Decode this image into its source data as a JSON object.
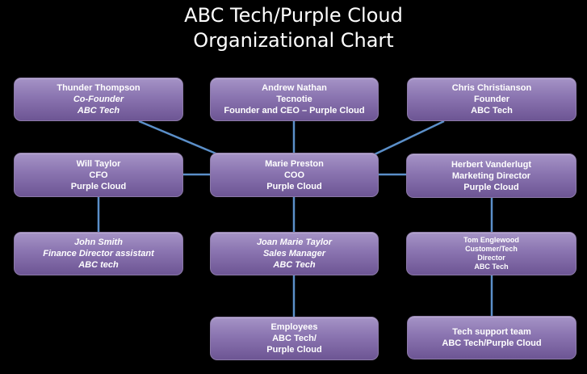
{
  "title": {
    "line1": "ABC Tech/Purple Cloud",
    "line2": "Organizational Chart"
  },
  "nodes": {
    "thunder": {
      "name": "Thunder Thompson",
      "role": "Co-Founder",
      "org": "ABC Tech"
    },
    "andrew": {
      "name": "Andrew Nathan",
      "role": "Tecnotie",
      "org": "Founder and CEO – Purple Cloud"
    },
    "chris": {
      "name": "Chris Christianson",
      "role": "Founder",
      "org": "ABC Tech"
    },
    "will": {
      "name": "Will Taylor",
      "role": "CFO",
      "org": "Purple Cloud"
    },
    "marie": {
      "name": "Marie Preston",
      "role": "COO",
      "org": "Purple Cloud"
    },
    "herbert": {
      "name": "Herbert Vanderlugt",
      "role": "Marketing Director",
      "org": "Purple Cloud"
    },
    "john": {
      "name": "John Smith",
      "role": "Finance Director assistant",
      "org": "ABC  tech"
    },
    "joan": {
      "name": "Joan Marie Taylor",
      "role": "Sales Manager",
      "org": "ABC Tech"
    },
    "tom": {
      "name": "Tom Englewood",
      "role_line1": "Customer/Tech",
      "role_line2": "Director",
      "org": "ABC Tech"
    },
    "employees": {
      "name": "Employees",
      "org_line1": "ABC Tech/",
      "org_line2": "Purple Cloud"
    },
    "techsupport": {
      "name": "Tech support team",
      "org": "ABC Tech/Purple Cloud"
    }
  },
  "colors": {
    "background": "#000000",
    "box_top": "#a593c6",
    "box_bottom": "#6d5594",
    "connector": "#5b8fc9",
    "text": "#ffffff"
  }
}
